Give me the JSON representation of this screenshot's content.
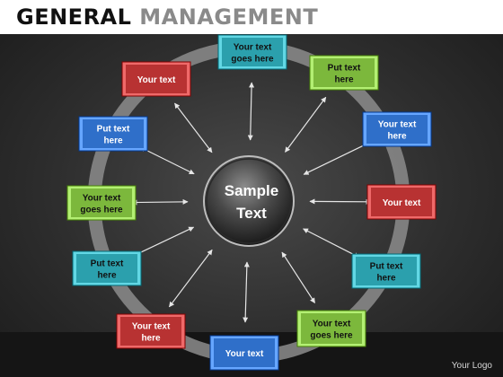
{
  "header": {
    "title_dark": "GENERAL",
    "title_gray": "MANAGEMENT"
  },
  "center": {
    "line1": "Sample",
    "line2": "Text"
  },
  "footer": {
    "logo_text": "Your Logo"
  },
  "colors": {
    "teal": "#2ba0ad",
    "green": "#7cb83c",
    "blue": "#2f6fc9",
    "red": "#b83232",
    "ring": "#8c8c8c"
  },
  "nodes": [
    {
      "lines": [
        "Your text",
        "goes here"
      ],
      "color": "teal",
      "text_color": "#111111"
    },
    {
      "lines": [
        "Put text",
        "here"
      ],
      "color": "green",
      "text_color": "#111111"
    },
    {
      "lines": [
        "Your text",
        "here"
      ],
      "color": "blue",
      "text_color": "#ffffff"
    },
    {
      "lines": [
        "Your text"
      ],
      "color": "red",
      "text_color": "#ffffff"
    },
    {
      "lines": [
        "Put text",
        "here"
      ],
      "color": "teal",
      "text_color": "#111111"
    },
    {
      "lines": [
        "Your text",
        "goes here"
      ],
      "color": "green",
      "text_color": "#111111"
    },
    {
      "lines": [
        "Your text"
      ],
      "color": "blue",
      "text_color": "#ffffff"
    },
    {
      "lines": [
        "Your text",
        "here"
      ],
      "color": "red",
      "text_color": "#ffffff"
    },
    {
      "lines": [
        "Put text",
        "here"
      ],
      "color": "teal",
      "text_color": "#111111"
    },
    {
      "lines": [
        "Your text",
        "goes here"
      ],
      "color": "green",
      "text_color": "#111111"
    },
    {
      "lines": [
        "Put text",
        "here"
      ],
      "color": "blue",
      "text_color": "#ffffff"
    },
    {
      "lines": [
        "Your text"
      ],
      "color": "red",
      "text_color": "#ffffff"
    }
  ]
}
